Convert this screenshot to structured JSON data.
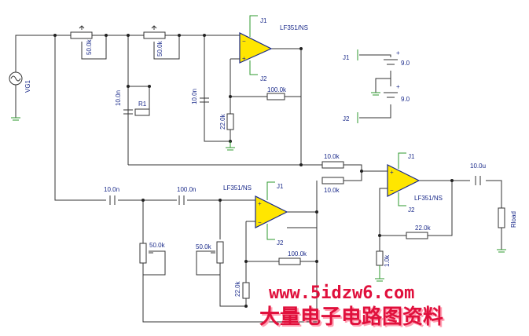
{
  "source": {
    "label": "VG1"
  },
  "opamps": [
    {
      "model": "LF351/NS",
      "pin_top": "J1",
      "pin_bottom": "J2"
    },
    {
      "model": "LF351/NS",
      "pin_top": "J1",
      "pin_bottom": "J2"
    },
    {
      "model": "LF351/NS",
      "pin_top": "J1",
      "pin_bottom": "J2"
    }
  ],
  "components": {
    "pot_top_1": "50.0k",
    "pot_top_2": "50.0k",
    "cap_top_1": "10.0n",
    "res_r1": "R1",
    "cap_top_2": "10.0n",
    "res_fb_top": "100.0k",
    "res_gnd_top": "22.0k",
    "res_sum_1": "10.0k",
    "res_sum_2": "10.0k",
    "cap_out": "10.0u",
    "res_load": "Rload",
    "res_fb_out": "22.0k",
    "res_gnd_out": "1.0k",
    "cap_bot_1": "10.0n",
    "cap_bot_2": "100.0n",
    "pot_bot_1": "50.0k",
    "pot_bot_2": "50.0k",
    "res_fb_bot": "100.0k",
    "res_gnd_bot": "22.0k"
  },
  "supply": {
    "j1_label": "J1",
    "j2_label": "J2",
    "battery_1": "9.0",
    "battery_2": "9.0",
    "plus_1": "+",
    "plus_2": "+"
  },
  "watermark": {
    "url": "www.5idzw6.com",
    "title": "大量电子电路图资料"
  }
}
